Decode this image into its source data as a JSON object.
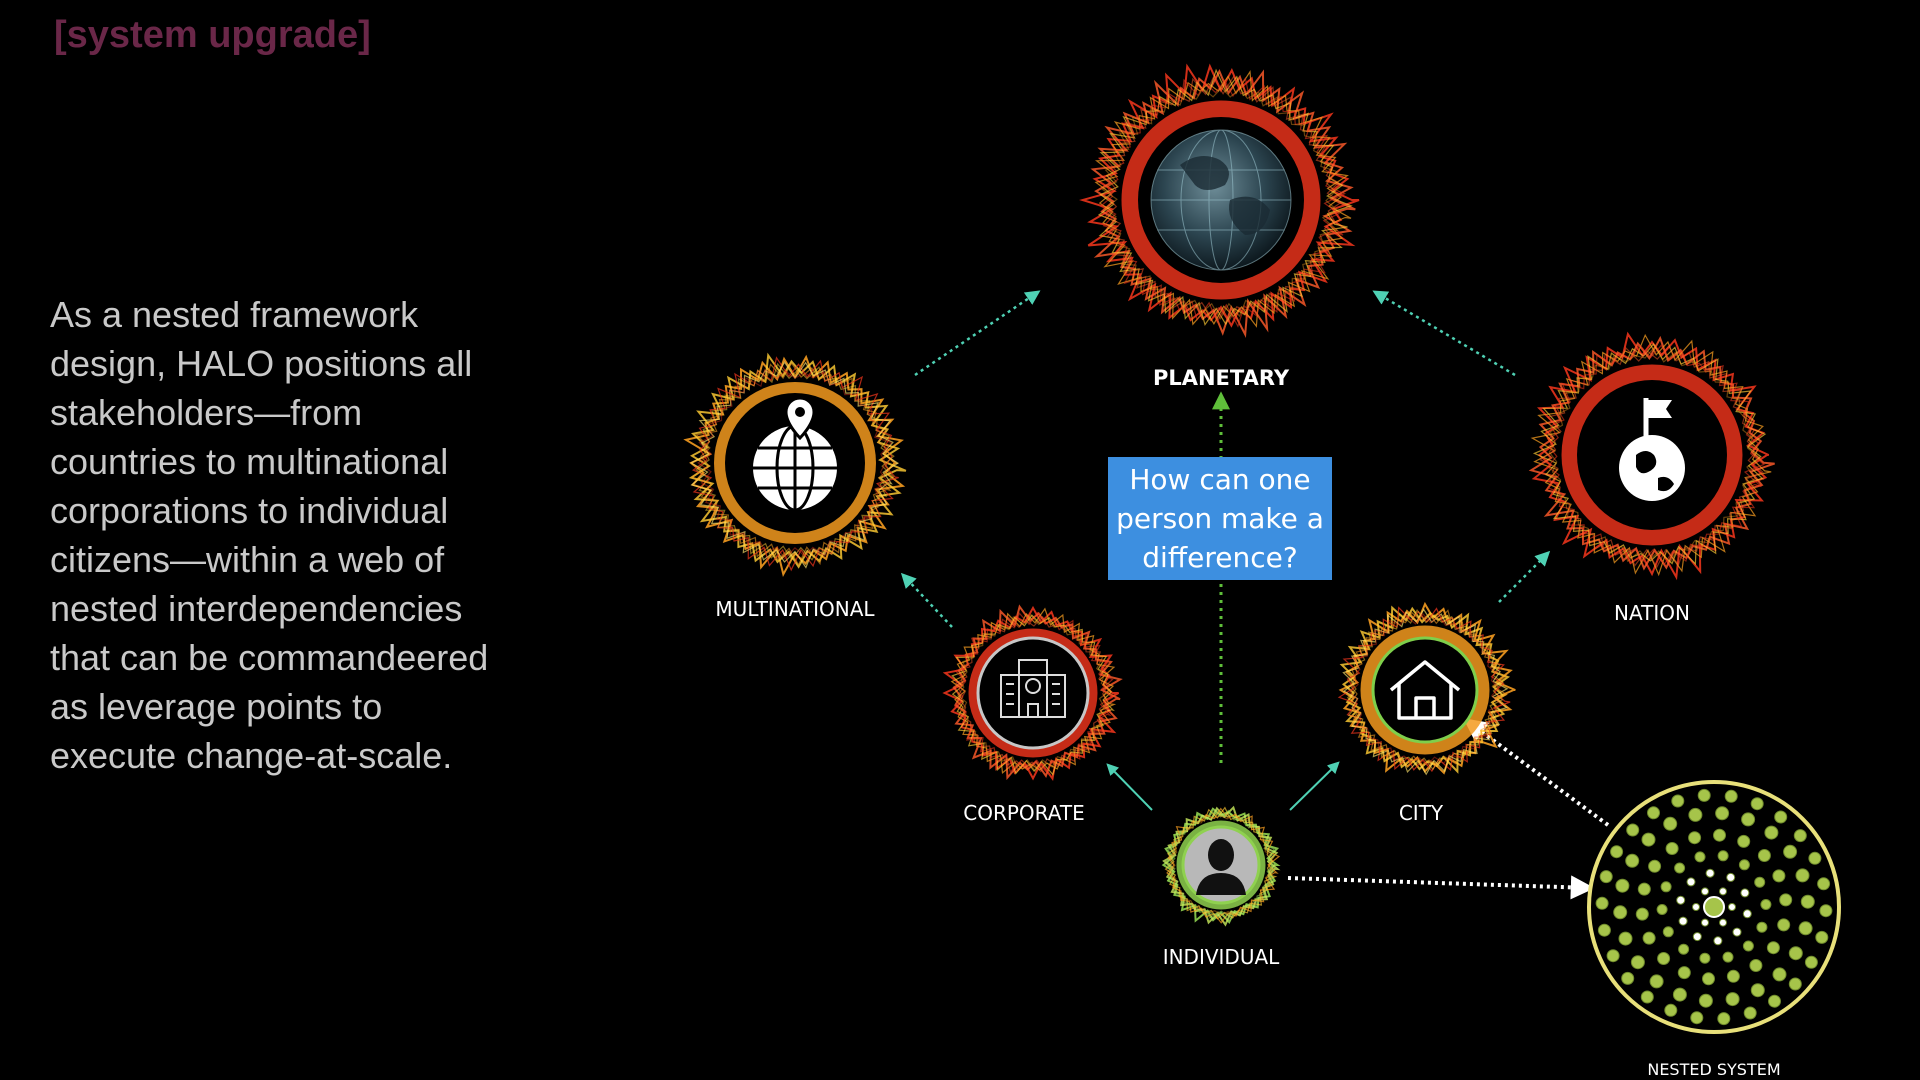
{
  "header": {
    "tag": "[system upgrade]"
  },
  "body": {
    "lines": [
      "As a nested framework",
      "design, HALO positions all",
      "stakeholders—from",
      "countries to multinational",
      "corporations to individual",
      "citizens—within a web of",
      "nested interdependencies",
      "that can be commandeered",
      "as leverage points to",
      "execute change-at-scale."
    ]
  },
  "diagram": {
    "nodes": {
      "planetary": {
        "label": "PLANETARY",
        "icon": "globe-earth-icon"
      },
      "multinational": {
        "label": "MULTINATIONAL",
        "icon": "globe-pin-icon"
      },
      "nation": {
        "label": "NATION",
        "icon": "flag-globe-icon"
      },
      "corporate": {
        "label": "CORPORATE",
        "icon": "office-building-icon"
      },
      "city": {
        "label": "CITY",
        "icon": "house-icon"
      },
      "individual": {
        "label": "INDIVIDUAL",
        "icon": "person-silhouette-icon"
      },
      "nested_system": {
        "label": "NESTED SYSTEM",
        "icon": "crowd-mandala-icon"
      }
    },
    "question": {
      "lines": [
        "How can one",
        "person make a",
        "difference?"
      ]
    },
    "colors": {
      "ring_red": "#e8331b",
      "ring_orange": "#f39a1f",
      "ring_green": "#8fd14f",
      "arrow_teal": "#4fd1b4",
      "arrow_green": "#5fbf3a",
      "nested_ring": "#e8e07a",
      "question_bg": "#3d8fe0",
      "header": "#6a2748"
    }
  }
}
